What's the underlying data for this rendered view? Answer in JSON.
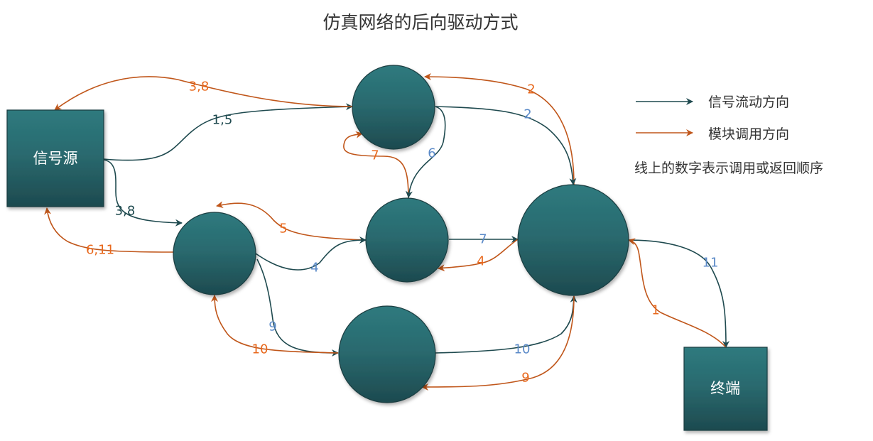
{
  "title": "仿真网络的后向驱动方式",
  "nodes": {
    "source": "信号源",
    "terminal": "终端"
  },
  "legend": {
    "signal_flow": "信号流动方向",
    "module_call": "模块调用方向",
    "note": "线上的数字表示调用或返回顺序"
  },
  "edge_labels": {
    "source_to_a": "1,5",
    "a_to_source": "3,8",
    "source_to_b": "3,8",
    "b_to_source": "6,11",
    "c_to_b": "5",
    "b_to_c": "4",
    "c_to_a": "7",
    "a_to_c": "6",
    "d_to_a": "2",
    "a_to_d": "2",
    "c_to_d": "7",
    "d_to_c": "4",
    "b_to_e": "9",
    "e_to_b": "10",
    "e_to_d": "10",
    "d_to_e": "9",
    "d_to_terminal": "11",
    "terminal_to_d": "1"
  },
  "colors": {
    "signal": "#1f4a4f",
    "call": "#c0561a",
    "node_top": "#2e7a7e",
    "node_bottom": "#1d4a4f"
  }
}
